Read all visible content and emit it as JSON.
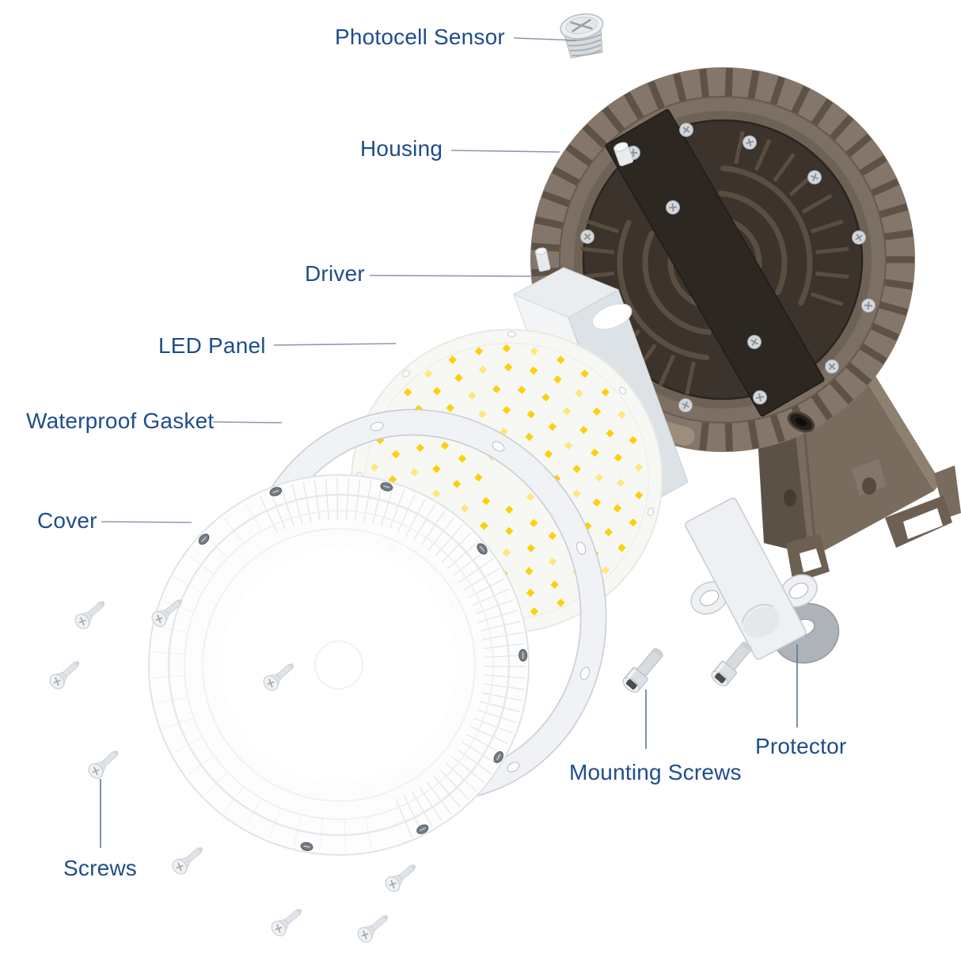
{
  "labels": {
    "photocell_sensor": "Photocell Sensor",
    "housing": "Housing",
    "driver": "Driver",
    "led_panel": "LED Panel",
    "waterproof_gasket": "Waterproof Gasket",
    "cover": "Cover",
    "screws": "Screws",
    "mounting_screws": "Mounting Screws",
    "protector": "Protector"
  },
  "colors": {
    "label_text": "#1e4d8c",
    "leader_line_light": "#8a9ab0",
    "leader_line_dark": "#5f7799",
    "housing_brown": "#7c6f63",
    "housing_inner_dark": "#3b332c",
    "arm_brown": "#796b5e",
    "metal_silver": "#eef0f3",
    "led_yellow": "#fdd20a",
    "cover_white": "#fcfdfd",
    "background": "#ffffff"
  },
  "counts": {
    "loose_screws": 9,
    "mounting_screws": 2,
    "labels": 9
  }
}
